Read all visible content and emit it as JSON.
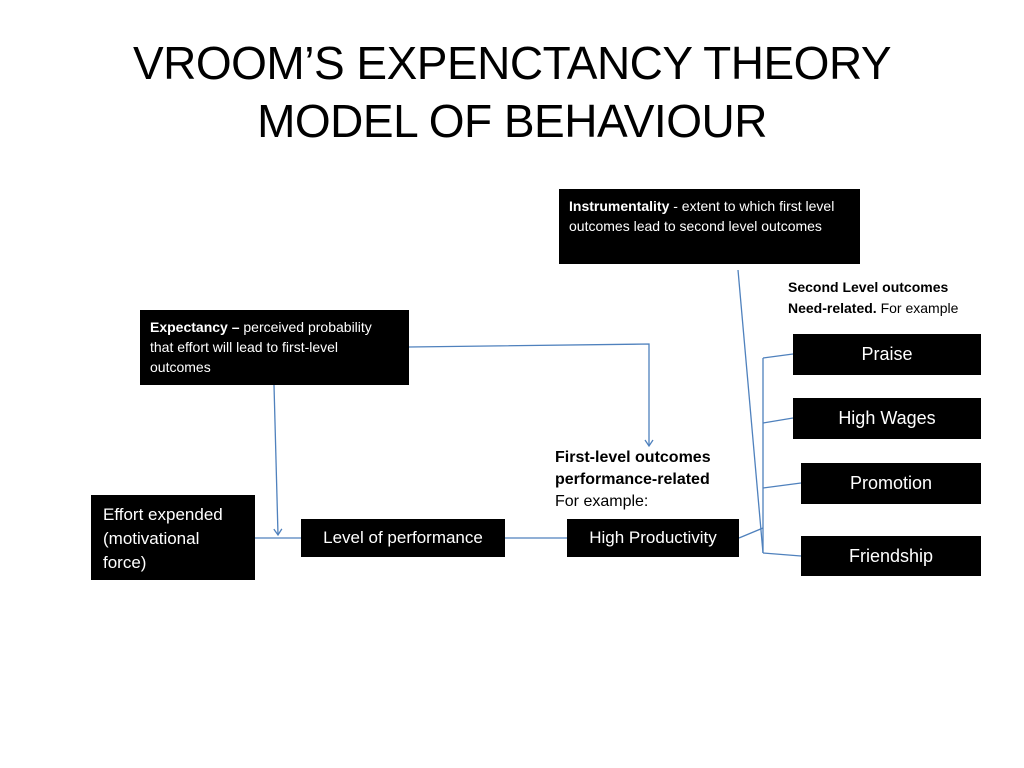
{
  "title": {
    "line1": "VROOM’S EXPENCTANCY THEORY",
    "line2": "MODEL OF BEHAVIOUR"
  },
  "instrumentality": {
    "term": "Instrumentality",
    "definition": " - extent to which first level outcomes lead to second level outcomes"
  },
  "second_level": {
    "heading": "Second Level outcomes",
    "subheading": "Need-related.",
    "example": " For example",
    "items": [
      "Praise",
      "High Wages",
      "Promotion",
      "Friendship"
    ]
  },
  "expectancy": {
    "term": "Expectancy –",
    "definition": " perceived probability that effort will lead to first-level outcomes"
  },
  "first_level": {
    "heading": "First-level outcomes",
    "subheading": "performance-related",
    "example": "For example:"
  },
  "flow": {
    "effort": "Effort expended (motivational force)",
    "performance": "Level of performance",
    "productivity": "High Productivity"
  },
  "colors": {
    "box": "#000000",
    "connector": "#4f81bd"
  }
}
